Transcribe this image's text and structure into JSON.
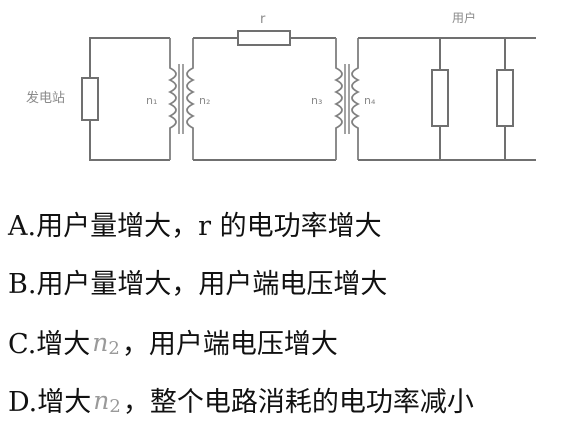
{
  "diagram": {
    "power_station_label": "发电站",
    "resistor_label": "r",
    "users_label": "用户",
    "coil_labels": [
      "n₁",
      "n₂",
      "n₃",
      "n₄"
    ]
  },
  "options": [
    {
      "prefix": "A.",
      "text": "用户量增大，r 的电功率增大",
      "variable": null,
      "suffix": ""
    },
    {
      "prefix": "B.",
      "text": "用户量增大，用户端电压增大",
      "variable": null,
      "suffix": ""
    },
    {
      "prefix": "C.增大",
      "variable": {
        "symbol": "n",
        "subscript": "2"
      },
      "suffix": "，用户端电压增大"
    },
    {
      "prefix": "D.增大",
      "variable": {
        "symbol": "n",
        "subscript": "2"
      },
      "suffix": "，整个电路消耗的电功率减小"
    }
  ]
}
